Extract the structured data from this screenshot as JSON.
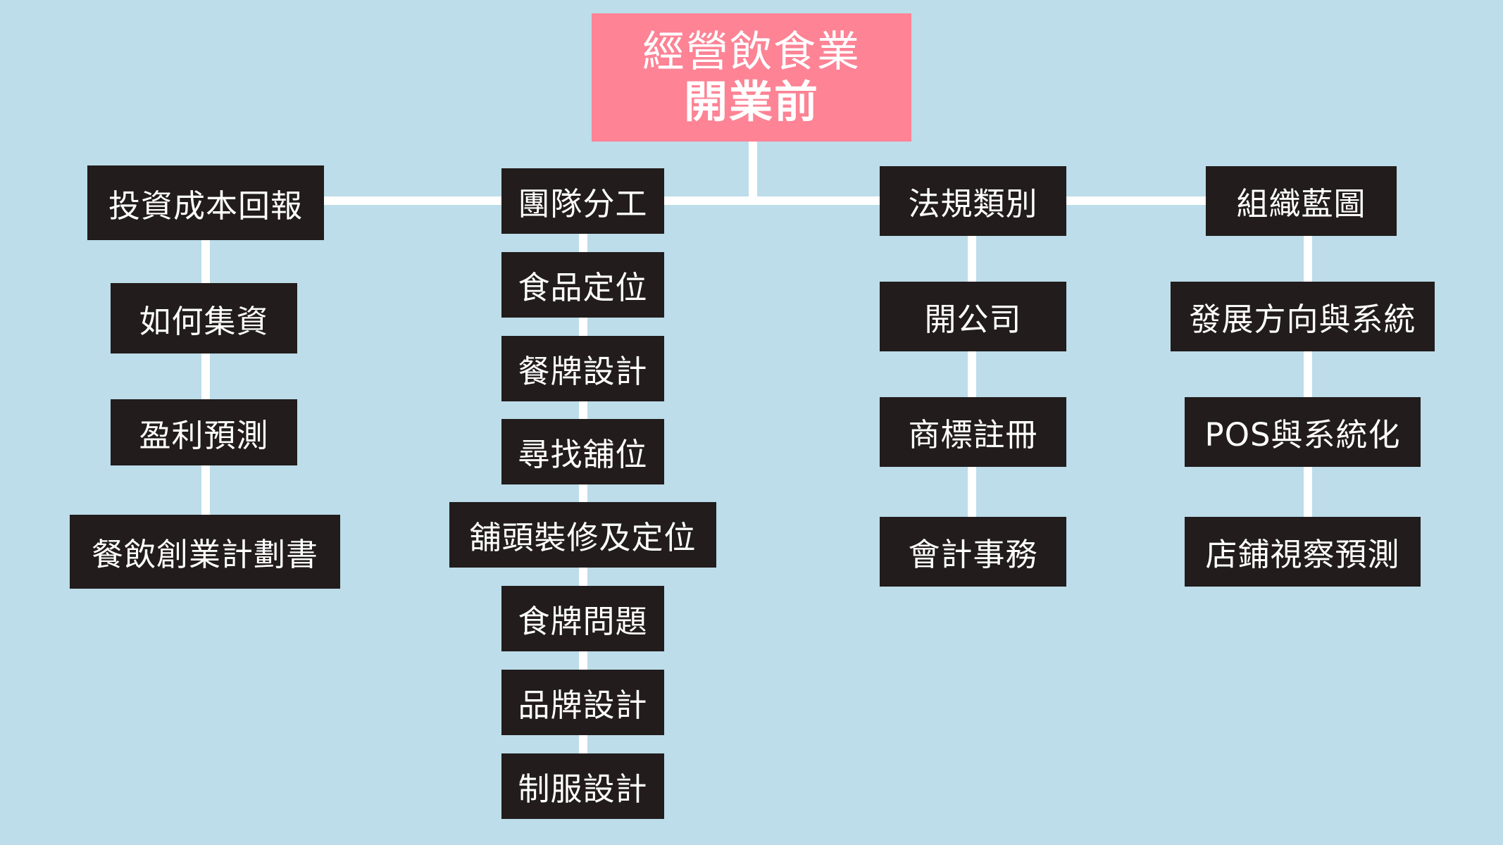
{
  "root": {
    "line1": "經營飲食業",
    "line2": "開業前"
  },
  "branches": [
    {
      "header": "投資成本回報",
      "items": [
        "如何集資",
        "盈利預測",
        "餐飲創業計劃書"
      ]
    },
    {
      "header": "團隊分工",
      "items": [
        "食品定位",
        "餐牌設計",
        "尋找舖位",
        "舖頭裝修及定位",
        "食牌問題",
        "品牌設計",
        "制服設計"
      ]
    },
    {
      "header": "法規類別",
      "items": [
        "開公司",
        "商標註冊",
        "會計事務"
      ]
    },
    {
      "header": "組織藍圖",
      "items": [
        "發展方向與系統",
        "POS與系統化",
        "店鋪視察預測"
      ]
    }
  ],
  "colors": {
    "background": "#bcdde9",
    "root": "#fd8395",
    "box": "#221c1c",
    "text": "#ffffff",
    "connector": "#ffffff"
  }
}
